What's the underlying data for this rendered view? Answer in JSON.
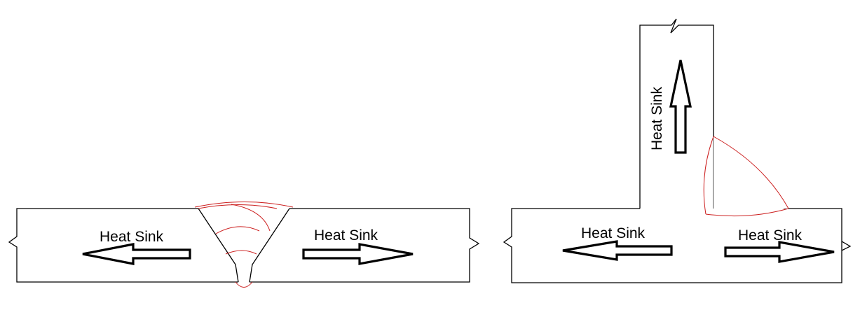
{
  "diagram": {
    "colors": {
      "outline": "#000000",
      "weld": "#cc1f1f",
      "arrow_fill": "#ffffff",
      "background": "#ffffff"
    },
    "butt_joint": {
      "left_label": "Heat Sink",
      "right_label": "Heat Sink"
    },
    "tee_joint": {
      "stem_label": "Heat Sink",
      "left_label": "Heat Sink",
      "right_label": "Heat Sink"
    }
  }
}
